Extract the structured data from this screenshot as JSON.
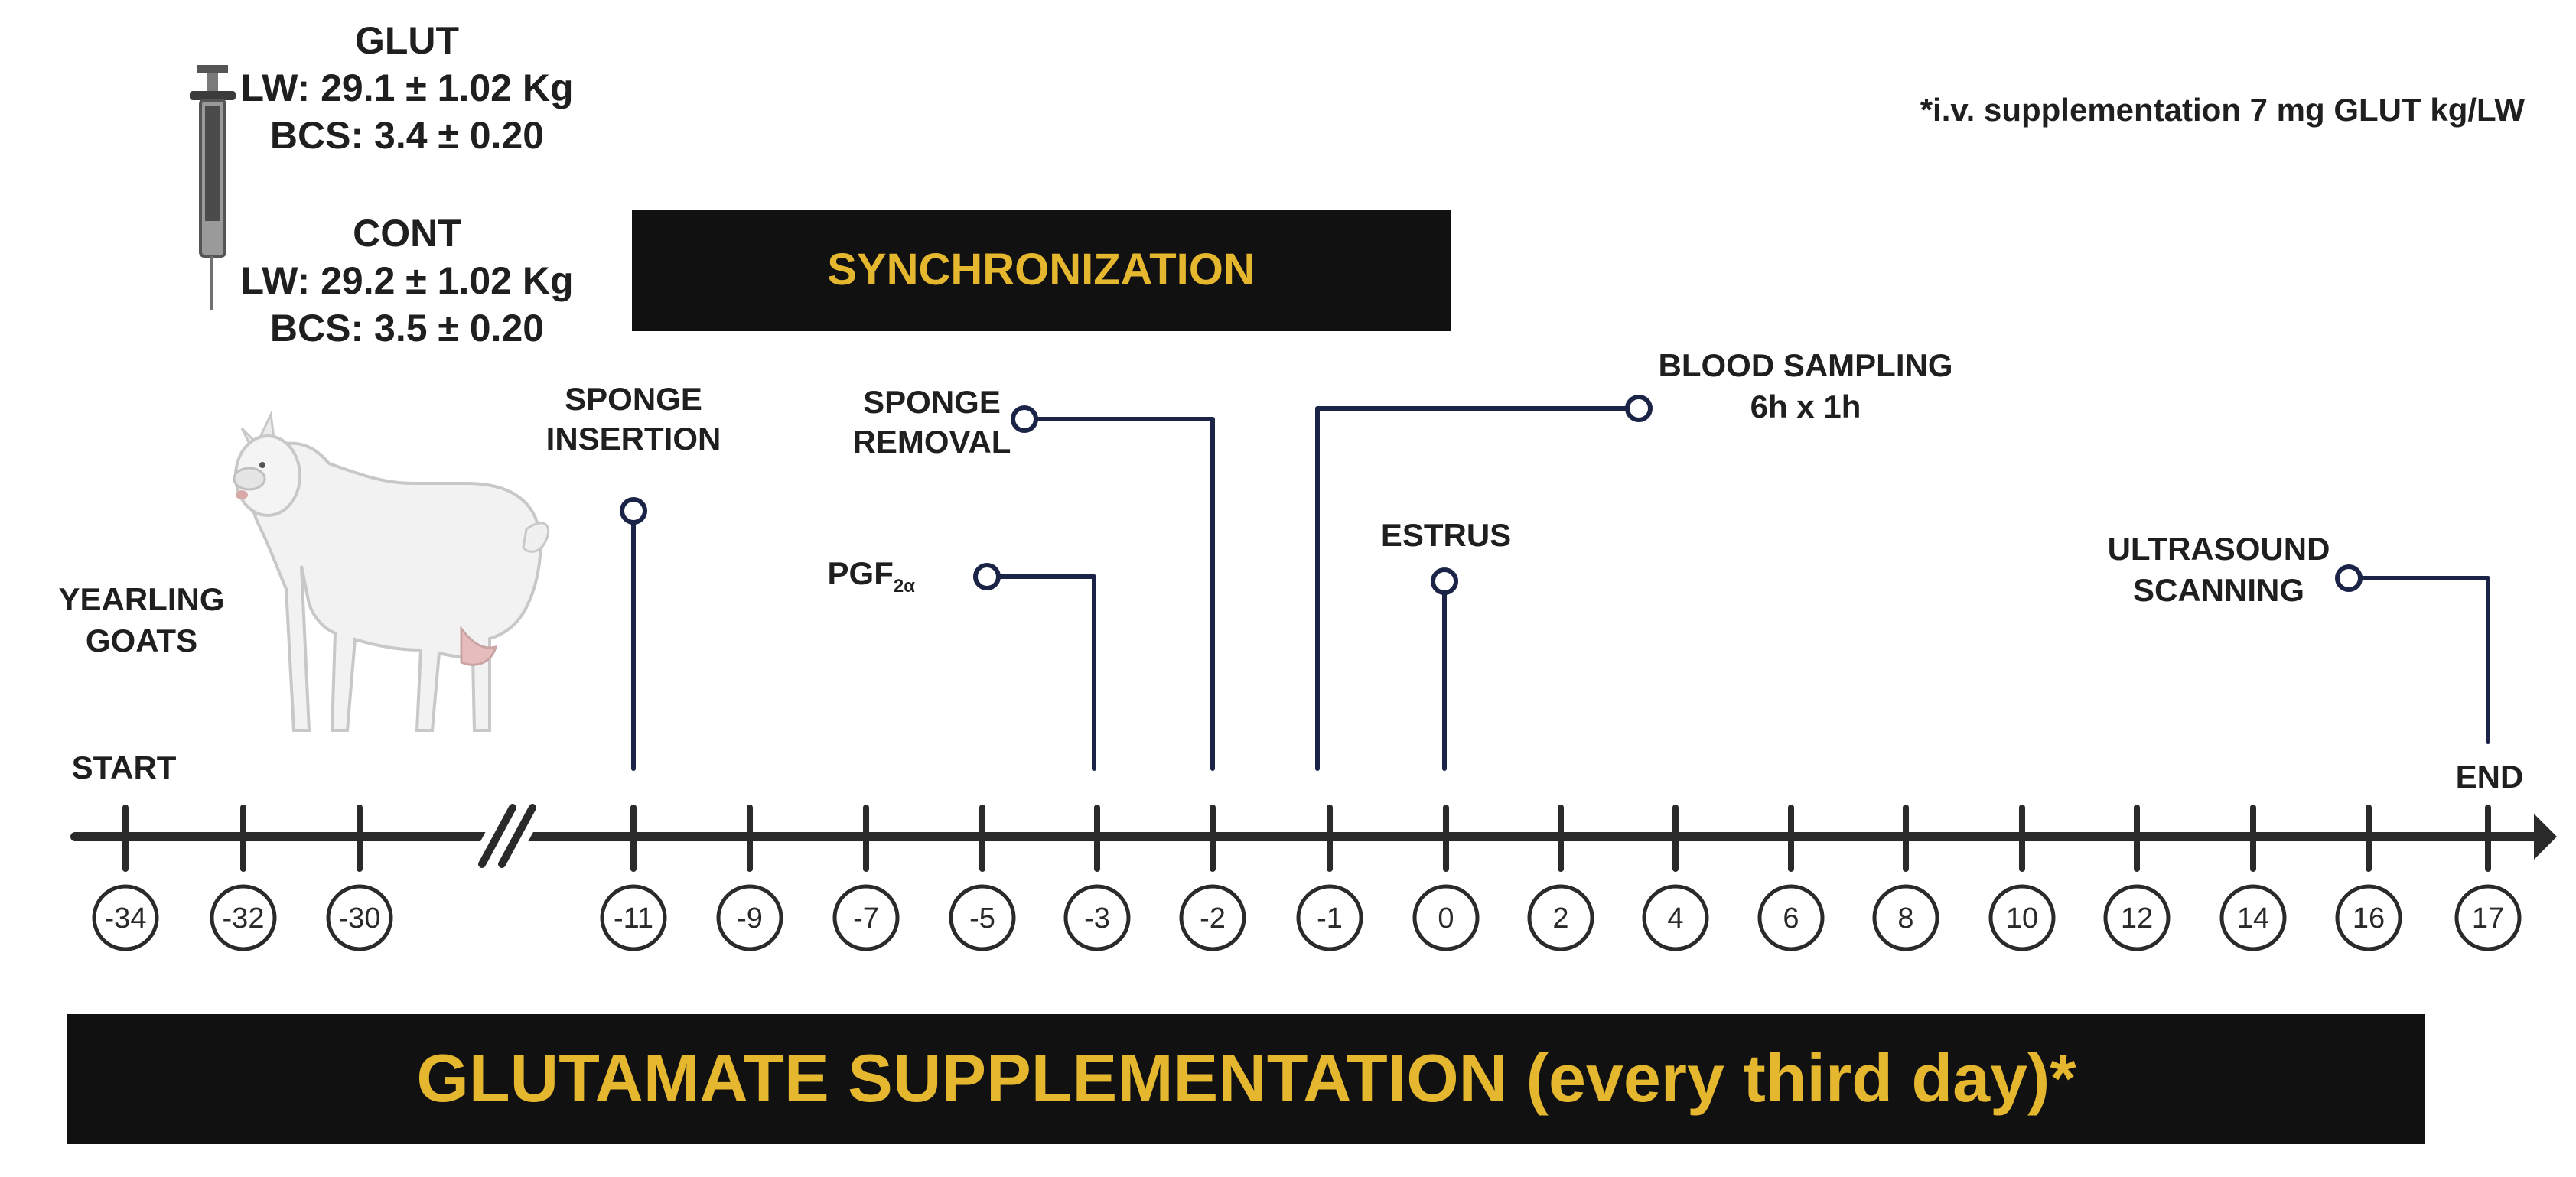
{
  "top_note": "*i.v. supplementation 7 mg GLUT kg/LW",
  "groups": {
    "glut": {
      "name": "GLUT",
      "lw": "LW: 29.1 ± 1.02 Kg",
      "bcs": "BCS: 3.4 ± 0.20"
    },
    "cont": {
      "name": "CONT",
      "lw": "LW: 29.2 ± 1.02 Kg",
      "bcs": "BCS: 3.5 ± 0.20"
    }
  },
  "animals": {
    "line1": "YEARLING",
    "line2": "GOATS"
  },
  "synchronization_label": "SYNCHRONIZATION",
  "events": {
    "sponge_insertion": {
      "line1": "SPONGE",
      "line2": "INSERTION"
    },
    "sponge_removal": {
      "line1": "SPONGE",
      "line2": "REMOVAL"
    },
    "pgf": {
      "prefix": "PGF",
      "subscript": "2α"
    },
    "blood_sampling": {
      "line1": "BLOOD SAMPLING",
      "line2": "6h x 1h"
    },
    "estrus": "ESTRUS",
    "ultrasound": {
      "line1": "ULTRASOUND",
      "line2": "SCANNING"
    }
  },
  "timeline": {
    "start_label": "START",
    "end_label": "END",
    "days": [
      "-34",
      "-32",
      "-30",
      "-11",
      "-9",
      "-7",
      "-5",
      "-3",
      "-2",
      "-1",
      "0",
      "2",
      "4",
      "6",
      "8",
      "10",
      "12",
      "14",
      "16",
      "17"
    ]
  },
  "supplementation_label": "GLUTAMATE SUPPLEMENTATION (every third day)*",
  "colors": {
    "timeline_line": "#2a2a2a",
    "event_line": "#1b2346",
    "banner_bg": "#111111",
    "banner_text": "#e5b72f"
  }
}
